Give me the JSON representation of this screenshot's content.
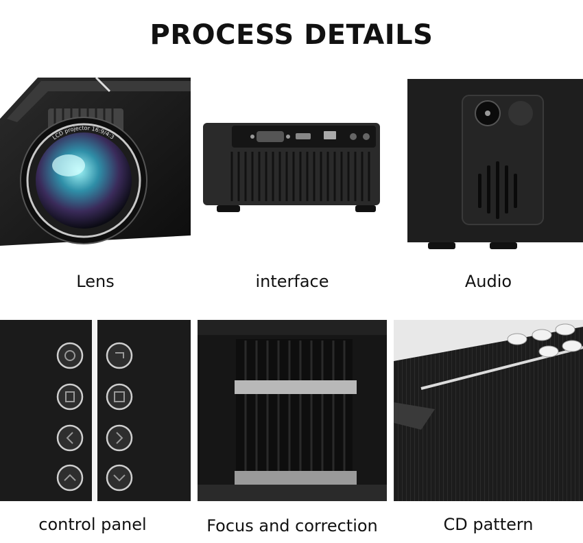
{
  "title": "PROCESS DETAILS",
  "panels": [
    {
      "caption": "Lens"
    },
    {
      "caption": "interface"
    },
    {
      "caption": "Audio"
    },
    {
      "caption": "control panel"
    },
    {
      "caption": "Focus and correction"
    },
    {
      "caption": "CD pattern"
    }
  ],
  "lens_label": "LCD projector 16:9/4:3"
}
